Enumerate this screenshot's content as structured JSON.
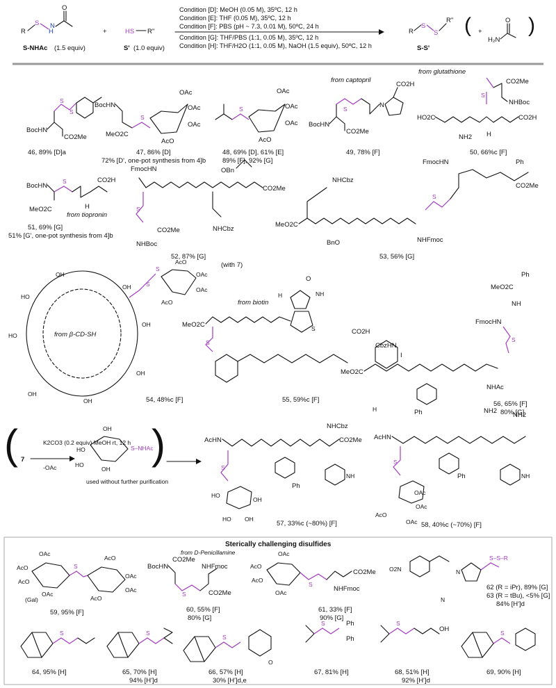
{
  "reaction": {
    "reagent1": "S-NHAc",
    "reagent1_equiv": "(1.5 equiv)",
    "reagent2": "S'",
    "reagent2_equiv": "(1.0 equiv)",
    "product": "S-S'",
    "byproduct": "H2N-C(O)CH3",
    "conditions": [
      "Condition [D]: MeOH (0.05 M), 35ºC, 12 h",
      "Condition [E]: THF (0.05 M), 35ºC, 12 h",
      "Condition [F]: PBS (pH ~ 7.3, 0.01 M), 50ºC, 24 h",
      "Condition [G]: THF/PBS (1:1, 0.05 M), 35ºC, 12 h",
      "Condition [H]: THF/H2O (1:1, 0.05 M), NaOH (1.5 equiv), 50ºC, 12 h"
    ]
  },
  "compounds": {
    "c46": "46, 89% [D]a",
    "c47": "47, 86% [D]",
    "c47b": "72% [D', one-pot synthesis from 4]b",
    "c48": "48, 69% [D], 61% [E]",
    "c48b": "89% [F], 92% [G]",
    "c49": "49, 78% [F]",
    "c49src": "from captopril",
    "c50": "50, 66%c [F]",
    "c50src": "from glutathione",
    "c51": "51, 69% [G]",
    "c51src": "from tiopronin",
    "c51b": "51% [G', one-pot synthesis from 4]b",
    "c52": "52, 87% [G]",
    "c53": "53, 56% [G]",
    "c54": "54, 48%c [F]",
    "c54src": "from β-CD-SH",
    "c55": "55, 59%c [F]",
    "c55src": "from biotin",
    "c55with": "(with 7)",
    "c56": "56, 65% [F]",
    "c56b": "80% [G]",
    "c57": "57, 33%c (~80%) [F]",
    "c58": "58, 40%c (~70%) [F]",
    "prep_reagent": "K2CO3 (0.2 equiv) MeOH rt, 12 h",
    "prep_loss": "-OAc",
    "prep_start": "7",
    "prep_note": "used without further purification",
    "steric_header": "Sterically challenging disulfides",
    "c59": "59, 95% [F]",
    "c59gal": "(Gal)",
    "c60": "60, 55% [F]",
    "c60b": "80% [G]",
    "c60src": "from D-Penicillamine",
    "c61": "61, 33% [F]",
    "c61b": "90% [G]",
    "c62": "62 (R = iPr), 89% [G]",
    "c63": "63 (R = tBu), <5% [G]",
    "c63b": "84% [H']d",
    "c64": "64, 95% [H]",
    "c65": "65, 70% [H]",
    "c65b": "94% [H']d",
    "c66": "66, 57% [H]",
    "c66b": "30% [H']d,e",
    "c67": "67, 81% [H]",
    "c68": "68, 51% [H]",
    "c68b": "92% [H']d",
    "c69": "69, 90% [H]"
  },
  "groups": {
    "BocHN": "BocHN",
    "CO2Me": "CO2Me",
    "MeO2C": "MeO2C",
    "OAc": "OAc",
    "AcO": "AcO",
    "NHBoc": "NHBoc",
    "CO2H": "CO2H",
    "HO2C": "HO2C",
    "NH2": "NH2",
    "FmocHN": "FmocHN",
    "NHFmoc": "NHFmoc",
    "NHCbz": "NHCbz",
    "CbzHN": "CbzHN",
    "BnO": "BnO",
    "OBn": "OBn",
    "Ph": "Ph",
    "AcHN": "AcHN",
    "NHAc": "NHAc",
    "OH": "OH",
    "HO": "HO",
    "NH": "NH",
    "H": "H",
    "S": "S",
    "N": "N",
    "O": "O",
    "R": "R",
    "I": "I",
    "HS": "HS",
    "NO2": "O2N"
  }
}
